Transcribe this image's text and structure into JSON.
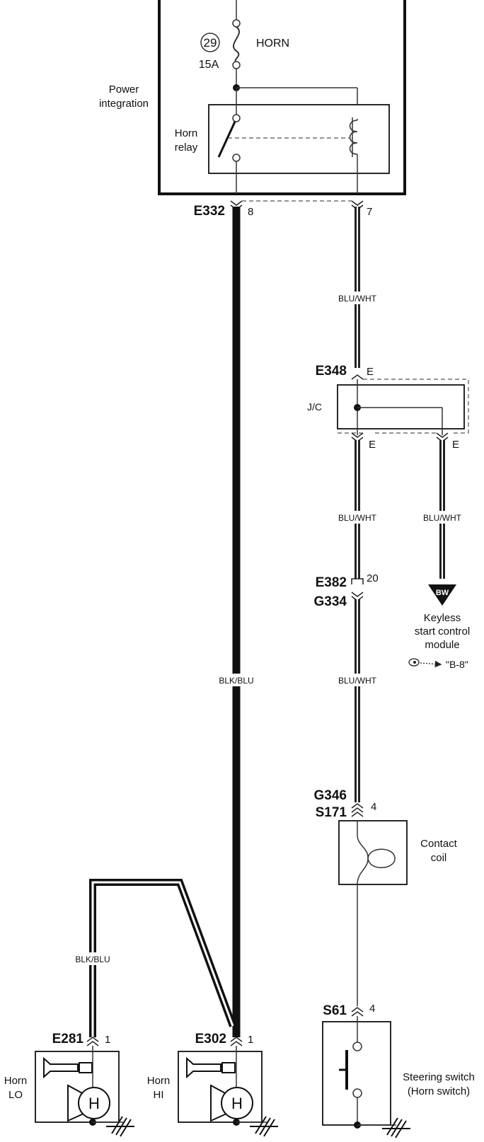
{
  "fuse": {
    "number": "29",
    "name": "HORN",
    "rating": "15A"
  },
  "modules": {
    "power_integration": [
      "Power",
      "integration"
    ],
    "horn_relay": [
      "Horn",
      "relay"
    ],
    "jc": "J/C",
    "contact_coil": [
      "Contact",
      "coil"
    ],
    "keyless": [
      "Keyless",
      "start control",
      "module"
    ],
    "keyless_ref": "\"B-8\"",
    "keyless_badge": "BW",
    "steering_switch": [
      "Steering switch",
      "(Horn switch)"
    ],
    "horn_lo": [
      "Horn",
      "LO"
    ],
    "horn_hi": [
      "Horn",
      "HI"
    ],
    "horn_symbol": "H"
  },
  "connectors": {
    "e332": "E332",
    "e332_pin_left": "8",
    "e332_pin_right": "7",
    "e348": "E348",
    "e348_pin": "E",
    "e348_pin_out1": "E",
    "e348_pin_out2": "E",
    "e382": "E382",
    "e382_pin": "20",
    "g334": "G334",
    "g346": "G346",
    "s171": "S171",
    "g346_pin": "4",
    "s61": "S61",
    "s61_pin": "4",
    "e281": "E281",
    "e281_pin": "1",
    "e302": "E302",
    "e302_pin": "1"
  },
  "wires": {
    "blu_wht_1": "BLU/WHT",
    "blu_wht_2": "BLU/WHT",
    "blu_wht_3": "BLU/WHT",
    "blu_wht_4": "BLU/WHT",
    "blk_blu_main": "BLK/BLU",
    "blk_blu_lo": "BLK/BLU"
  },
  "colors": {
    "wire": "#222222",
    "background": "#ffffff"
  }
}
